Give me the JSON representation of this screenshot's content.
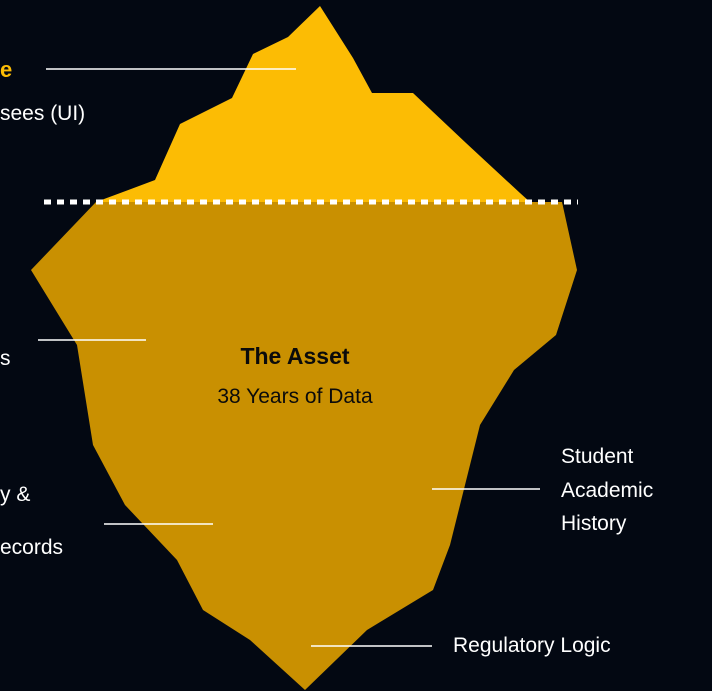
{
  "colors": {
    "background": "#030812",
    "tip": "#fcbc04",
    "body": "#c99001",
    "line": "#ffffff",
    "dark_text": "#0b0b0b"
  },
  "labels": {
    "top_title": "e",
    "top_sub": "sees (UI)",
    "left_partial": "s",
    "left_lower_line1": "y &",
    "left_lower_line2": "ecords",
    "right_student": [
      "Student",
      "Academic",
      "History"
    ],
    "bottom_right": "Regulatory Logic"
  },
  "center": {
    "title": "The Asset",
    "subtitle": "38 Years of Data"
  }
}
